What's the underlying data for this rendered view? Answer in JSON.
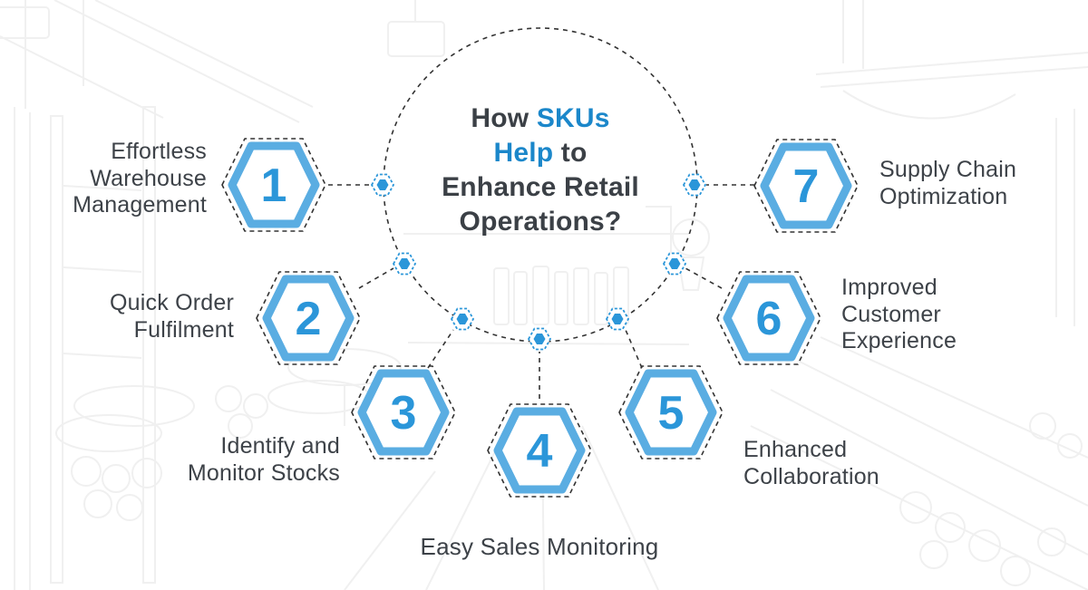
{
  "infographic": {
    "title": {
      "l1_a": "How ",
      "l1_b": "SKUs",
      "l2_a": "Help",
      "l2_b": " to",
      "l3": "Enhance Retail",
      "l4": "Operations?"
    },
    "items": [
      {
        "number": "1",
        "label": "Effortless\nWarehouse\nManagement"
      },
      {
        "number": "2",
        "label": "Quick Order\nFulfilment"
      },
      {
        "number": "3",
        "label": "Identify and\nMonitor Stocks"
      },
      {
        "number": "4",
        "label": "Easy Sales Monitoring"
      },
      {
        "number": "5",
        "label": "Enhanced\nCollaboration"
      },
      {
        "number": "6",
        "label": "Improved\nCustomer\nExperience"
      },
      {
        "number": "7",
        "label": "Supply Chain\nOptimization"
      }
    ],
    "colors": {
      "accent_blue": "#2b96d9",
      "hexagon_stroke_blue": "#5aade2",
      "title_blue": "#1b87ca",
      "text_dark": "#3d4248",
      "dashed_line_dark": "#333333",
      "background_art": "#f0f0f0"
    }
  }
}
